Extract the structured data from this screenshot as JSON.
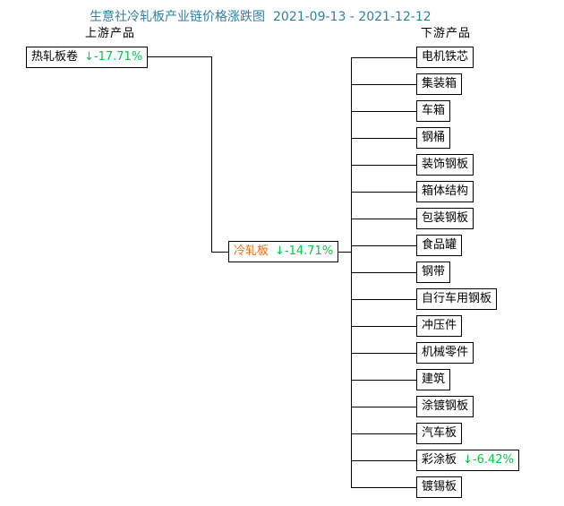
{
  "title": {
    "text": "生意社冷轧板产业链价格涨跌图",
    "date_range": "2021-09-13 - 2021-12-12"
  },
  "colors": {
    "title_blue": "#2f7fa5",
    "down_green": "#00cc44",
    "mid_orange": "#ff6600",
    "line_black": "#000000",
    "background": "#ffffff"
  },
  "upstream": {
    "header": "上游产品",
    "node": {
      "label": "热轧板卷",
      "arrow": "↓",
      "change": "-17.71%"
    }
  },
  "midstream": {
    "node": {
      "label": "冷轧板",
      "arrow": "↓",
      "change": "-14.71%"
    }
  },
  "downstream": {
    "header": "下游产品",
    "items": [
      {
        "label": "电机铁芯"
      },
      {
        "label": "集装箱"
      },
      {
        "label": "车箱"
      },
      {
        "label": "钢桶"
      },
      {
        "label": "装饰钢板"
      },
      {
        "label": "箱体结构"
      },
      {
        "label": "包装钢板"
      },
      {
        "label": "食品罐"
      },
      {
        "label": "钢带"
      },
      {
        "label": "自行车用钢板"
      },
      {
        "label": "冲压件"
      },
      {
        "label": "机械零件"
      },
      {
        "label": "建筑"
      },
      {
        "label": "涂镀钢板"
      },
      {
        "label": "汽车板"
      },
      {
        "label": "彩涂板",
        "arrow": "↓",
        "change": "-6.42%"
      },
      {
        "label": "镀锡板"
      }
    ]
  },
  "layout_note_icons": {
    "down_arrow": "down-arrow-icon"
  }
}
